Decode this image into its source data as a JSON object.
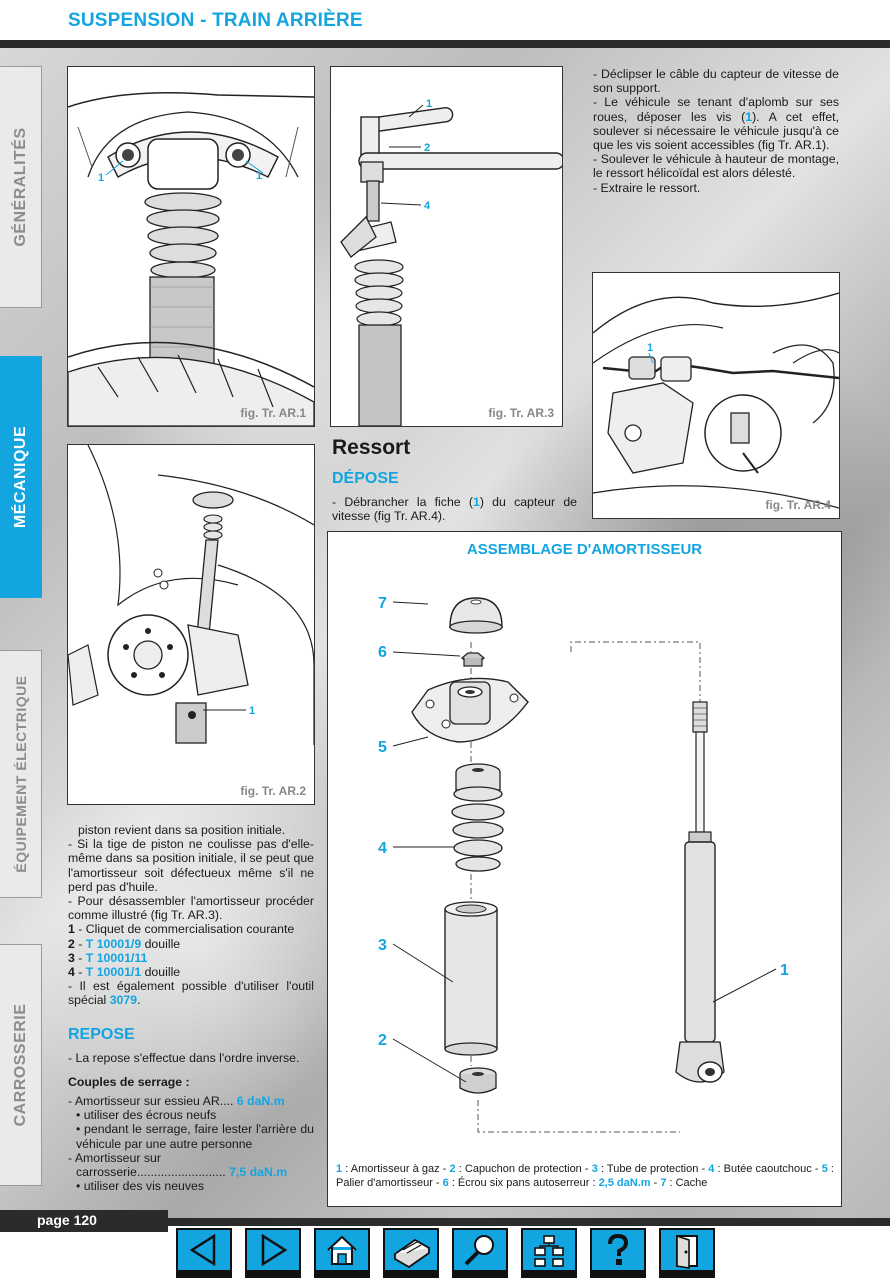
{
  "header": {
    "title": "SUSPENSION - TRAIN ARRIÈRE"
  },
  "side_tabs": [
    {
      "label": "GÉNÉRALITÉS",
      "active": false
    },
    {
      "label": "MÉCANIQUE",
      "active": true
    },
    {
      "label": "ÉQUIPEMENT ÉLECTRIQUE",
      "active": false
    },
    {
      "label": "CARROSSERIE",
      "active": false
    }
  ],
  "figures": {
    "fig1": {
      "caption": "fig. Tr. AR.1",
      "callout": "1"
    },
    "fig2": {
      "caption": "fig. Tr. AR.2",
      "callout": "1"
    },
    "fig3": {
      "caption": "fig. Tr. AR.3",
      "callouts": [
        "1",
        "2",
        "4"
      ]
    },
    "fig4": {
      "caption": "fig. Tr. AR.4",
      "callout": "1"
    }
  },
  "top_right_text": {
    "items": [
      "- Déclipser le câble du capteur de vitesse de son support.",
      "- Le véhicule se tenant d'aplomb sur ses roues, déposer les vis (",
      "1",
      "). A cet effet, soulever si nécessaire le véhicule jusqu'à ce que les vis soient accessibles (fig Tr. AR.1).",
      "- Soulever le véhicule à hauteur de montage, le ressort hélicoïdal est alors délesté.",
      "- Extraire le ressort."
    ]
  },
  "ressort": {
    "title": "Ressort",
    "depose_title": "DÉPOSE",
    "depose_text_a": "- Débrancher la fiche (",
    "depose_num": "1",
    "depose_text_b": ") du capteur de vitesse (fig Tr. AR.4)."
  },
  "left_text": {
    "l1": "piston revient dans sa position initiale.",
    "l2": "- Si la tige de piston ne coulisse pas d'elle-même dans sa position initiale, il se peut que l'amortisseur soit défectueux même s'il ne perd pas d'huile.",
    "l3": "- Pour désassembler l'amortisseur procéder comme illustré (fig Tr. AR.3).",
    "t1_num": "1",
    "t1_text": " - Cliquet de commercialisation courante",
    "t2_num": "2",
    "t2_code": "T 10001/9",
    "t2_text": " douille",
    "t3_num": "3",
    "t3_code": "T 10001/11",
    "t4_num": "4",
    "t4_code": "T 10001/1",
    "t4_text": " douille",
    "l4": "- Il est également possible d'utiliser l'outil spécial ",
    "l4_code": "3079",
    "l4_end": ".",
    "repose_title": "REPOSE",
    "repose_text": "- La repose s'effectue dans l'ordre inverse.",
    "couples_title": "Couples de serrage :",
    "c1_a": "- Amortisseur sur essieu AR.... ",
    "c1_val": "6 daN.m",
    "c1_b1": "• utiliser des écrous neufs",
    "c1_b2": "• pendant le serrage, faire lester l'arrière du véhicule par une autre personne",
    "c2_a": "- Amortisseur sur",
    "c2_b": "carrosserie.......................... ",
    "c2_val": "7,5 daN.m",
    "c2_b1": "• utiliser des vis neuves"
  },
  "assembly": {
    "title": "ASSEMBLAGE D'AMORTISSEUR",
    "labels": [
      "7",
      "6",
      "5",
      "4",
      "3",
      "2",
      "1"
    ],
    "legend": [
      {
        "n": "1",
        "t": " : Amortisseur à gaz - "
      },
      {
        "n": "2",
        "t": " : Capuchon de protection - "
      },
      {
        "n": "3",
        "t": " : Tube de protection - "
      },
      {
        "n": "4",
        "t": " : Butée caoutchouc - "
      },
      {
        "n": "5",
        "t": " : Palier d'amortisseur - "
      },
      {
        "n": "6",
        "t": " : Écrou six pans autoserreur : "
      },
      {
        "n": "2,5 daN.m",
        "t": " - "
      },
      {
        "n": "7",
        "t": " : Cache"
      }
    ]
  },
  "footer": {
    "page_label": "page 120"
  },
  "nav_buttons": [
    "previous-page",
    "next-page",
    "home",
    "print",
    "search",
    "index",
    "help",
    "exit"
  ],
  "colors": {
    "accent": "#12a5e0",
    "dark": "#2b2b2b"
  }
}
